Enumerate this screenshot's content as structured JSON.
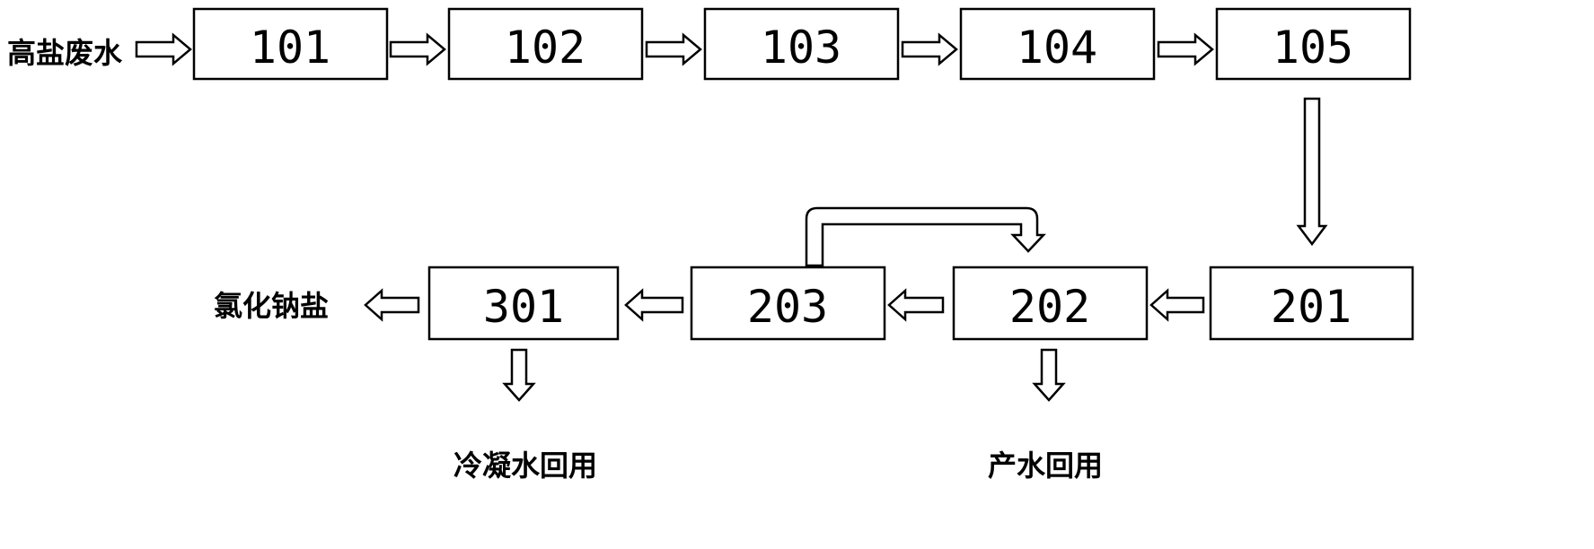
{
  "inputs": {
    "source": "高盐废水"
  },
  "boxes": {
    "b101": "101",
    "b102": "102",
    "b103": "103",
    "b104": "104",
    "b105": "105",
    "b201": "201",
    "b202": "202",
    "b203": "203",
    "b301": "301"
  },
  "outputs": {
    "salt": "氯化钠盐",
    "condensate": "冷凝水回用",
    "product_water": "产水回用"
  },
  "colors": {
    "stroke": "#000000",
    "fill": "#ffffff"
  }
}
